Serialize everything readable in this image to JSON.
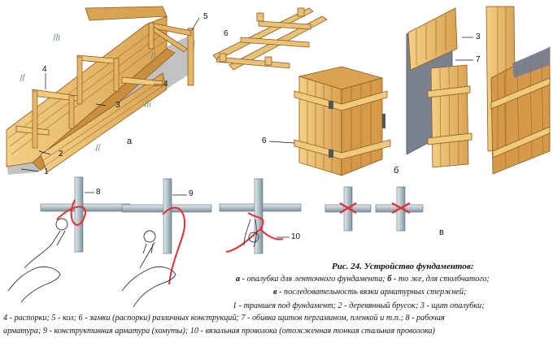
{
  "labels": {
    "n1": "1",
    "n2": "2",
    "n3": "3",
    "n4a": "4",
    "n4b": "4",
    "n5": "5",
    "n6": "6",
    "n3b": "3",
    "n7": "7",
    "n6b": "6",
    "n8": "8",
    "n9": "9",
    "n10": "10",
    "part_a": "а",
    "part_b": "б",
    "part_v": "в"
  },
  "caption": {
    "title": "Рис. 24. Устройство фундаментов:",
    "line1_a": "а",
    "line1_text": " - опалубка для ленточного фундамента; ",
    "line1_b": "б",
    "line1_text2": " - то же, для столбчатого;",
    "line2_v": "в",
    "line2_text": " - последовательность вязки арматурных стержней;",
    "line3": "1 - траншея под фундамент; 2 - деревянный брусок; 3 - щит опалубки;",
    "line4": "4 - распорки; 5 - кол; 6 - замки (распорки) различных конструкций; 7 - обивка щитов пергамином, пленкой и т.п.; 8 - рабочая",
    "line5": "арматура; 9 - конструктивная арматура (хомуты); 10 - вязальная проволока (отожженная тонкая стальная проволока)"
  },
  "colors": {
    "wood": "#e9bf72",
    "wood_dark": "#c98f3e",
    "wood_edge": "#8a5a20",
    "rebar": "#b9c8cf",
    "wire": "#e0303a",
    "film": "#7c8190"
  }
}
